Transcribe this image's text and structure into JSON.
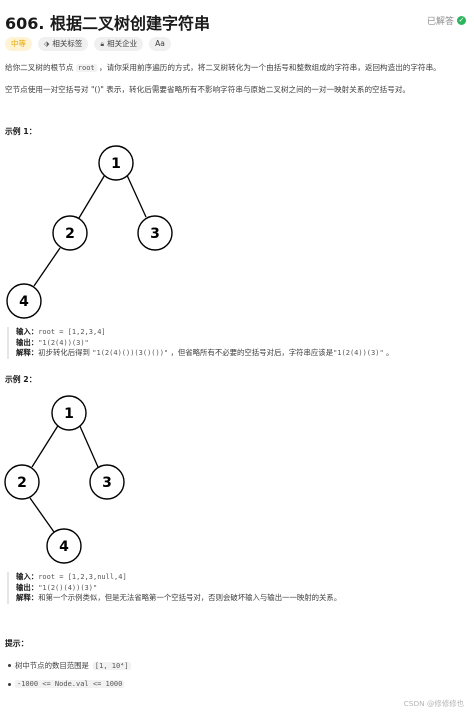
{
  "problem": {
    "title": "606. 根据二叉树创建字符串",
    "solved_label": "已解答",
    "tags": [
      {
        "label": "中等",
        "icon": ""
      },
      {
        "label": "相关标签",
        "icon": "tag-icon"
      },
      {
        "label": "相关企业",
        "icon": "lock-icon"
      },
      {
        "label": "Aa",
        "icon": ""
      }
    ],
    "desc1_a": "给你二叉树的根节点 ",
    "desc1_code": "root",
    "desc1_b": " ，请你采用前序遍历的方式，将二叉树转化为一个由括号和整数组成的字符串，返回构造出的字符串。",
    "desc2": "空节点使用一对空括号对 \"()\" 表示，转化后需要省略所有不影响字符串与原始二叉树之间的一对一映射关系的空括号对。"
  },
  "example1": {
    "heading": "示例 1：",
    "nodes": [
      "1",
      "2",
      "3",
      "4"
    ],
    "input_label": "输入：",
    "input_value": "root = [1,2,3,4]",
    "output_label": "输出：",
    "output_value": "\"1(2(4))(3)\"",
    "explain_label": "解释：",
    "explain_a": "初步转化后得到 ",
    "explain_code1": "\"1(2(4)())(3()())\"",
    "explain_b": " ，但省略所有不必要的空括号对后，字符串应该是",
    "explain_code2": "\"1(2(4))(3)\"",
    "explain_c": " 。"
  },
  "example2": {
    "heading": "示例 2：",
    "nodes": [
      "1",
      "2",
      "3",
      "4"
    ],
    "input_label": "输入：",
    "input_value": "root = [1,2,3,null,4]",
    "output_label": "输出：",
    "output_value": "\"1(2()(4))(3)\"",
    "explain_label": "解释：",
    "explain_text": "和第一个示例类似，但是无法省略第一个空括号对，否则会破坏输入与输出一一映射的关系。"
  },
  "hints": {
    "title": "提示：",
    "item1_text": "树中节点的数目范围是 ",
    "item1_code": "[1, 10⁴]",
    "item2_code": "-1000 <= Node.val <= 1000"
  },
  "watermark": "CSDN @修修修也"
}
